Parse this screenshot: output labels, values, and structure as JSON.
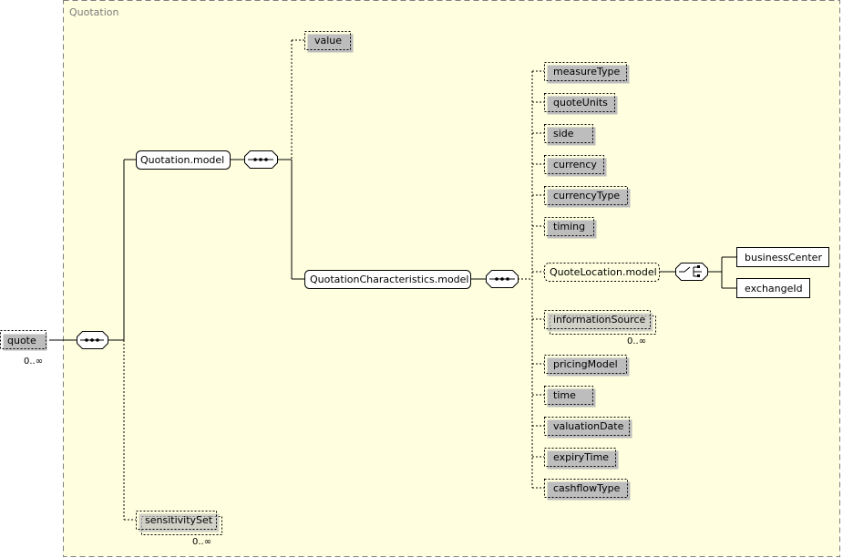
{
  "group": {
    "label": "Quotation"
  },
  "root": {
    "label": "quote",
    "occurs": "0..∞"
  },
  "nodes": {
    "quotation_model": "Quotation.model",
    "value": "value",
    "characteristics_model": "QuotationCharacteristics.model",
    "measure_type": "measureType",
    "quote_units": "quoteUnits",
    "side": "side",
    "currency": "currency",
    "currency_type": "currencyType",
    "timing": "timing",
    "quote_location_model": "QuoteLocation.model",
    "business_center": "businessCenter",
    "exchange_id": "exchangeId",
    "information_source": "informationSource",
    "information_source_occurs": "0..∞",
    "pricing_model": "pricingModel",
    "time": "time",
    "valuation_date": "valuationDate",
    "expiry_time": "expiryTime",
    "cashflow_type": "cashflowType",
    "sensitivity_set": "sensitivitySet",
    "sensitivity_set_occurs": "0..∞"
  },
  "compositors": {
    "root": "sequence",
    "quotation_model": "sequence",
    "characteristics_model": "sequence",
    "quote_location_model": "choice"
  },
  "colors": {
    "group_background": "#ffffe0",
    "group_border": "#7f7f7f",
    "node_fill": "#ffffff",
    "line": "#000000"
  }
}
